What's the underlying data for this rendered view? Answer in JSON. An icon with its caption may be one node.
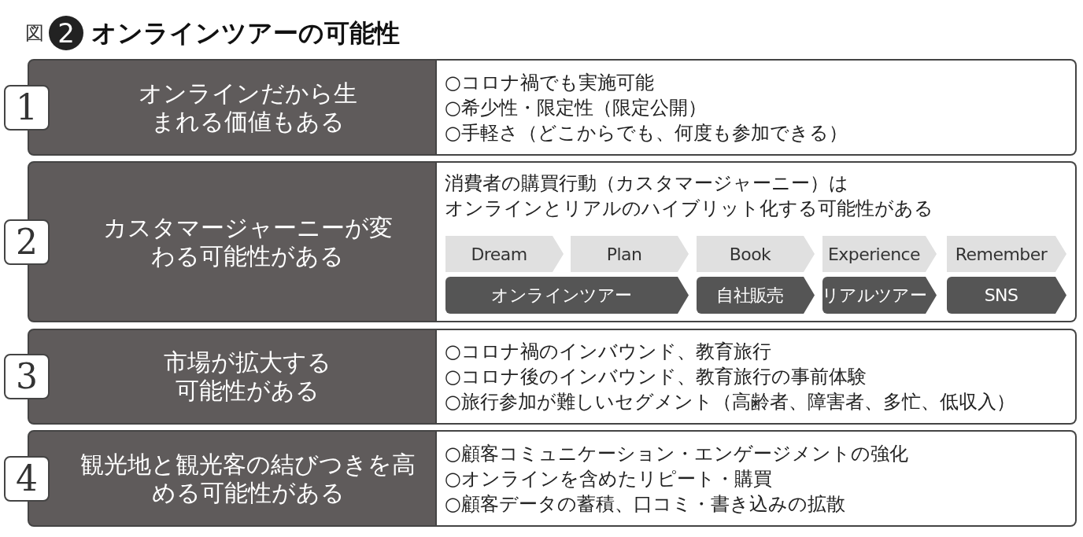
{
  "diagram": {
    "title": "オンラインツアーの可能性",
    "labels": [
      "図",
      "2"
    ],
    "nodes": [
      {
        "text": [
          "1"
        ]
      },
      {
        "text": [
          "オンラインだから生まれる価値もある"
        ]
      },
      {
        "text": [
          "○コロナ禍でも実施可能",
          "○希少性・限定性（限定公開）",
          "○手軽さ（どこからでも、何度も参加できる）"
        ]
      },
      {
        "text": [
          "2"
        ]
      },
      {
        "text": [
          "カスタマージャーニーが変わる可能性がある"
        ]
      },
      {
        "text": [
          "消費者の購買行動（カスタマージャーニー）は",
          "オンラインとリアルのハイブリット化する可能性がある"
        ]
      },
      {
        "text": [
          "Dream"
        ],
        "in": 5
      },
      {
        "text": [
          "Plan"
        ],
        "in": 5
      },
      {
        "text": [
          "Book"
        ],
        "in": 5
      },
      {
        "text": [
          "Experience"
        ],
        "in": 5
      },
      {
        "text": [
          "Remember"
        ],
        "in": 5
      },
      {
        "text": [
          "オンラインツアー"
        ],
        "in": 5
      },
      {
        "text": [
          "自社販売"
        ],
        "in": 5
      },
      {
        "text": [
          "リアルツアー"
        ],
        "in": 5
      },
      {
        "text": [
          "SNS"
        ],
        "in": 5
      },
      {
        "text": [
          "3"
        ]
      },
      {
        "text": [
          "市場が拡大する可能性がある"
        ]
      },
      {
        "text": [
          "○コロナ禍のインバウンド、教育旅行",
          "○コロナ後のインバウンド、教育旅行の事前体験",
          "○旅行参加が難しいセグメント（高齢者、障害者、多忙、低収入）"
        ]
      },
      {
        "text": [
          "4"
        ]
      },
      {
        "text": [
          "観光地と観光客の結びつきを高める可能性がある"
        ]
      },
      {
        "text": [
          "○顧客コミュニケーション・エンゲージメントの強化",
          "○オンラインを含めたリピート・購買",
          "○顧客データの蓄積、口コミ・書き込みの拡散"
        ]
      }
    ]
  }
}
